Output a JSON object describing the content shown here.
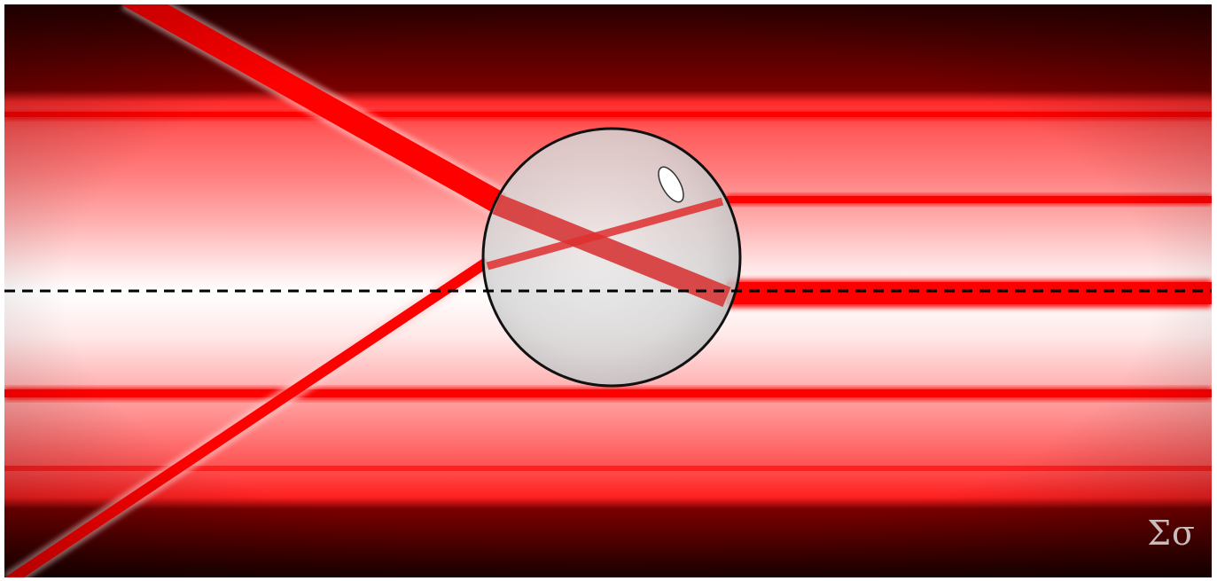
{
  "scene": {
    "subject": "",
    "watermark_text": "Σσ",
    "colors": {
      "background_dark": "#200000",
      "laser_red": "#ff1a1a",
      "beam_core": "#ffffff",
      "sphere_fill": "#d8d8d8",
      "sphere_outline": "#111111",
      "axis_line": "#000000"
    },
    "icons": {
      "sphere": "glass-sphere",
      "axis": "dashed-optical-axis"
    }
  }
}
